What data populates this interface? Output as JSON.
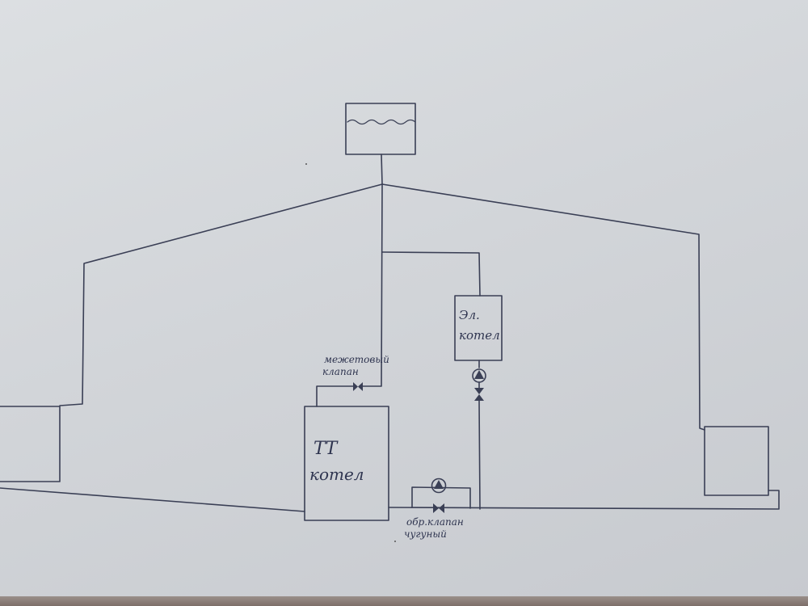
{
  "labels": {
    "el_boiler_line1": "Эл.",
    "el_boiler_line2": "котел",
    "tt_boiler_line1": "ТТ",
    "tt_boiler_line2": "котел",
    "valve_top_line1": "межетовый",
    "valve_top_line2": "клапан",
    "valve_bottom_line1": "обр.клапан",
    "valve_bottom_line2": "чугуный"
  },
  "colors": {
    "ink": "#3a3f55",
    "paper": "#d6d9dc"
  }
}
